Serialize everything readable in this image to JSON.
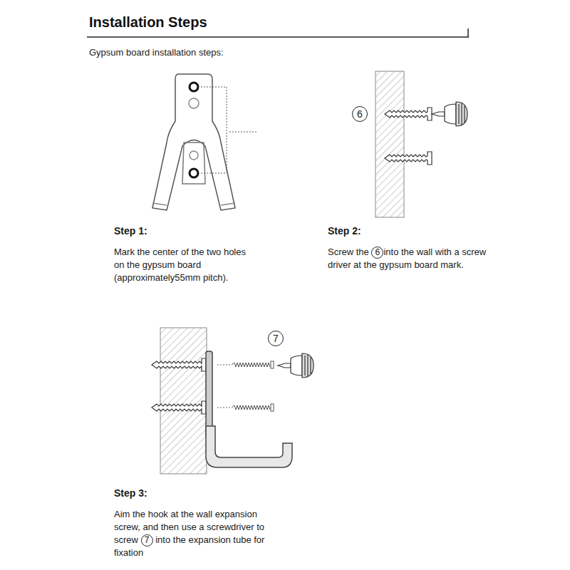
{
  "diagram": {
    "title": "Installation Steps",
    "labels": [
      "Gypsum board installation steps:",
      "6",
      "Step 1:",
      "Mark the center of the two holes on the gypsum board (approximately55mm pitch).",
      "Step 2:",
      "Screw the",
      "6",
      "into the wall with a screw driver at the gypsum board mark.",
      "7",
      "Step 3:",
      "Aim the hook at the wall expansion screw, and then use a screwdriver to screw",
      "7",
      "into the expansion tube for fixation"
    ]
  }
}
